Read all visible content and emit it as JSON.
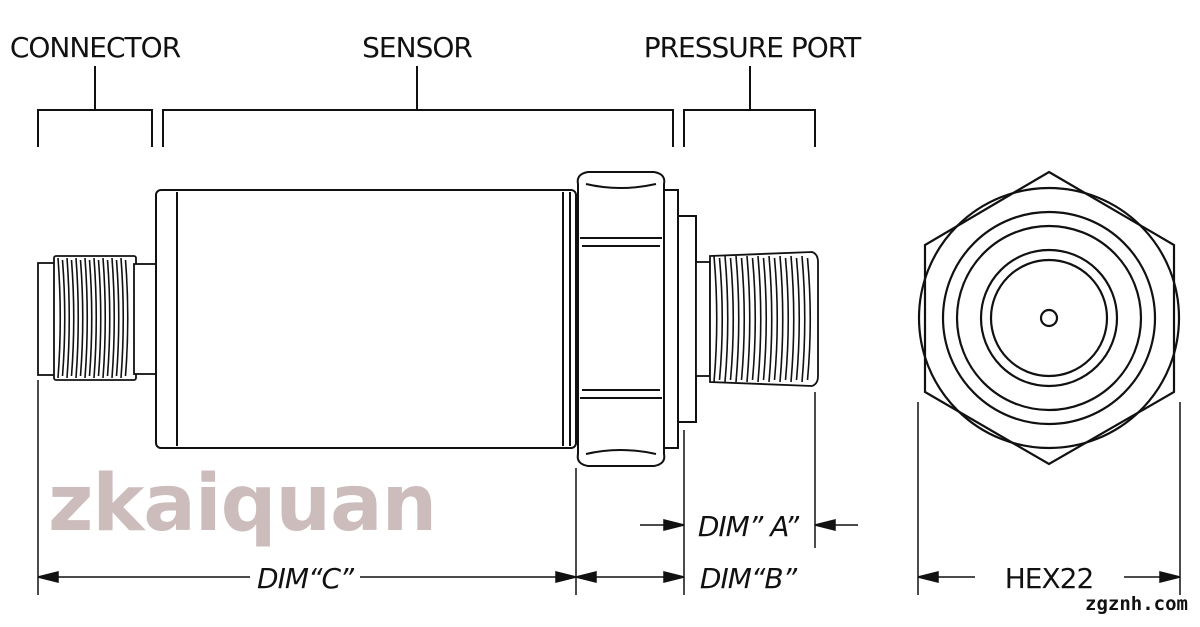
{
  "labels": {
    "connector": "CONNECTOR",
    "sensor": "SENSOR",
    "pressure_port": "PRESSURE PORT"
  },
  "dimensions": {
    "dim_a": "DIM” A”",
    "dim_b": "DIM“B”",
    "dim_c": "DIM“C”",
    "hex": "HEX22"
  },
  "watermark": "zkaiquan",
  "site": "zgznh.com",
  "colors": {
    "line": "#111111",
    "watermark": "#cdbcbc",
    "background": "#ffffff"
  }
}
